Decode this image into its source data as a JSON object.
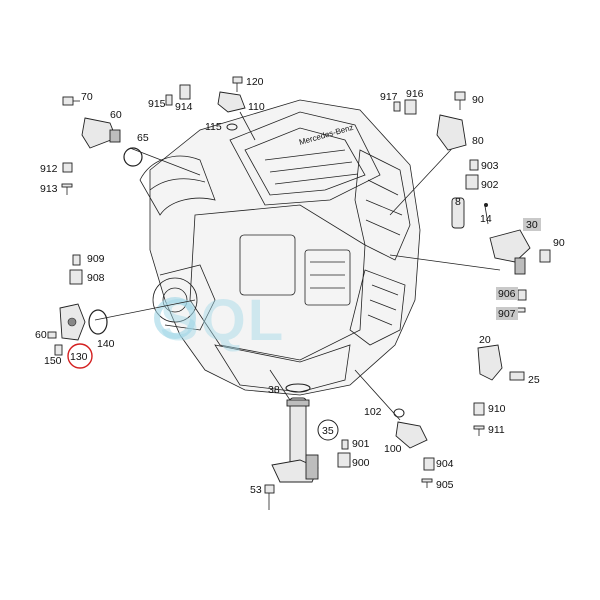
{
  "brand_text": "Mercedes-Benz",
  "watermark": "SQL",
  "highlight_color": "#d42020",
  "grey_box_color": "#c9c9c9",
  "labels": {
    "l70": "70",
    "l60": "60",
    "l65": "65",
    "l912": "912",
    "l913": "913",
    "l120": "120",
    "l915": "915",
    "l914": "914",
    "l110": "110",
    "l115": "115",
    "l917": "917",
    "l916": "916",
    "l90a": "90",
    "l80": "80",
    "l903": "903",
    "l902": "902",
    "l8": "8",
    "l14": "14",
    "l30": "30",
    "l90b": "90",
    "l906": "906",
    "l907": "907",
    "l909": "909",
    "l908": "908",
    "l60b": "60",
    "l140": "140",
    "l150": "150",
    "l130": "130",
    "l20": "20",
    "l25": "25",
    "l910": "910",
    "l911": "911",
    "l38": "38",
    "l35": "35",
    "l102": "102",
    "l100": "100",
    "l901": "901",
    "l900": "900",
    "l904": "904",
    "l905": "905",
    "l53": "53"
  }
}
